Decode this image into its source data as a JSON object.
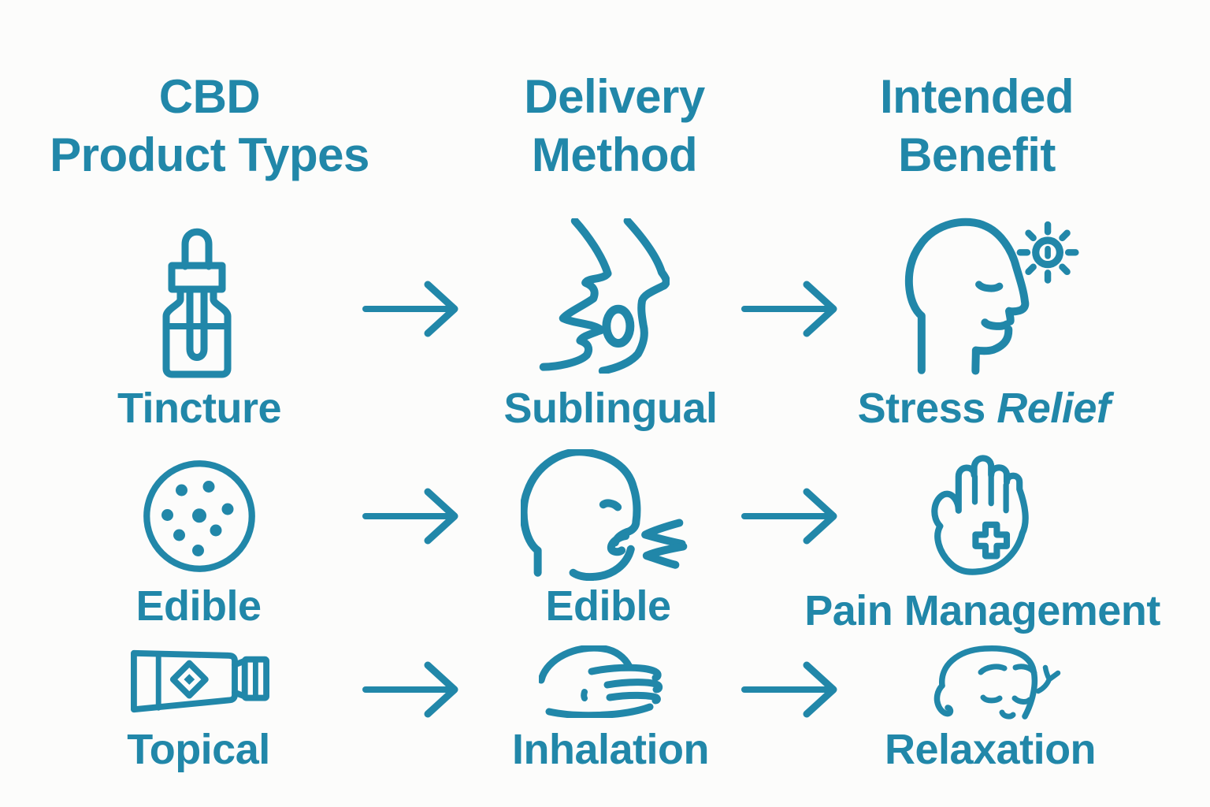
{
  "palette": {
    "ink": "#2187a9",
    "background": "#fcfcfb"
  },
  "diagram": {
    "title": "CBD product infographic",
    "connector": "right-arrow",
    "columns": [
      {
        "header_line1": "CBD",
        "header_line2": "Product Types",
        "items": [
          {
            "label": "Tincture",
            "icon": "tincture-dropper-bottle-icon"
          },
          {
            "label": "Edible",
            "icon": "cookie-edible-icon"
          },
          {
            "label": "Topical",
            "icon": "topical-cream-tube-icon"
          }
        ]
      },
      {
        "header_line1": "Delivery",
        "header_line2": "Method",
        "items": [
          {
            "label": "Sublingual",
            "icon": "sublingual-mouth-drop-icon"
          },
          {
            "label": "Edible",
            "icon": "eating-face-icon"
          },
          {
            "label": "Inhalation",
            "icon": "inhalation-hand-icon"
          }
        ]
      },
      {
        "header_line1": "Intended",
        "header_line2": "Benefit",
        "items": [
          {
            "label_main": "Stress ",
            "label_italic": "Relief",
            "icon": "stress-relief-head-sun-icon"
          },
          {
            "label": "Pain Management",
            "icon": "pain-management-hand-cross-icon"
          },
          {
            "label": "Relaxation",
            "icon": "relaxation-face-icon"
          }
        ]
      }
    ]
  }
}
